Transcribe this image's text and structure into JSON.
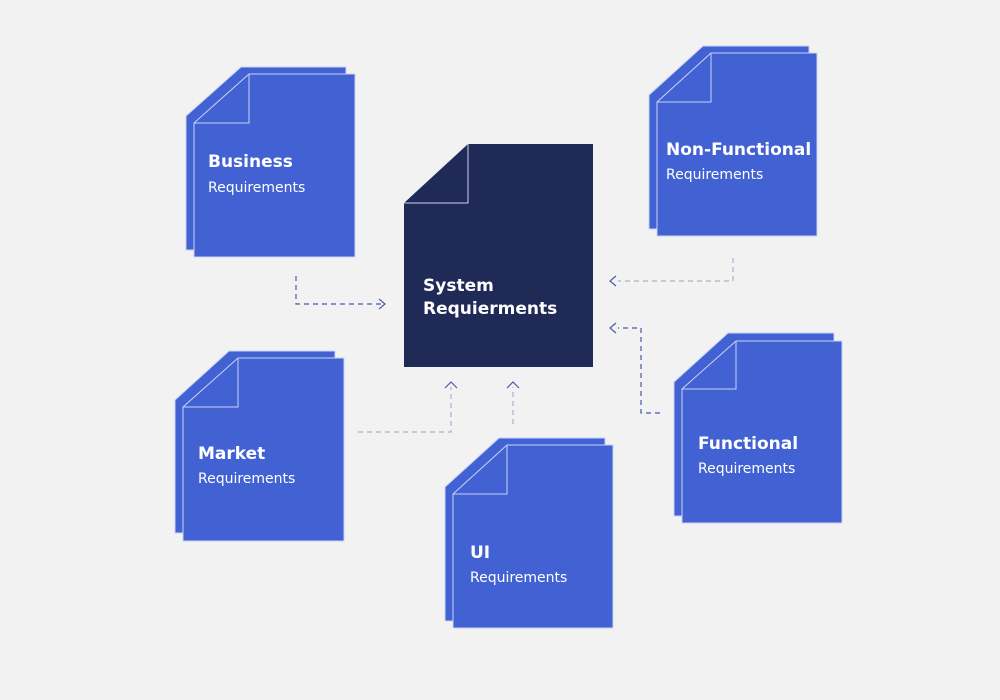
{
  "colors": {
    "background": "#f2f2f2",
    "doc_fill": "#4262d4",
    "doc_stroke": "#c9d3f5",
    "center_fill": "#1f2a57",
    "arrow_dark": "#4a5aa8",
    "arrow_light": "#a8b1cf"
  },
  "center": {
    "title_line1": "System",
    "title_line2": "Requierments"
  },
  "documents": [
    {
      "id": "business",
      "title": "Business",
      "subtitle": "Requirements"
    },
    {
      "id": "non-functional",
      "title": "Non-Functional",
      "subtitle": "Requirements"
    },
    {
      "id": "market",
      "title": "Market",
      "subtitle": "Requirements"
    },
    {
      "id": "ui",
      "title": "UI",
      "subtitle": "Requirements"
    },
    {
      "id": "functional",
      "title": "Functional",
      "subtitle": "Requirements"
    }
  ]
}
